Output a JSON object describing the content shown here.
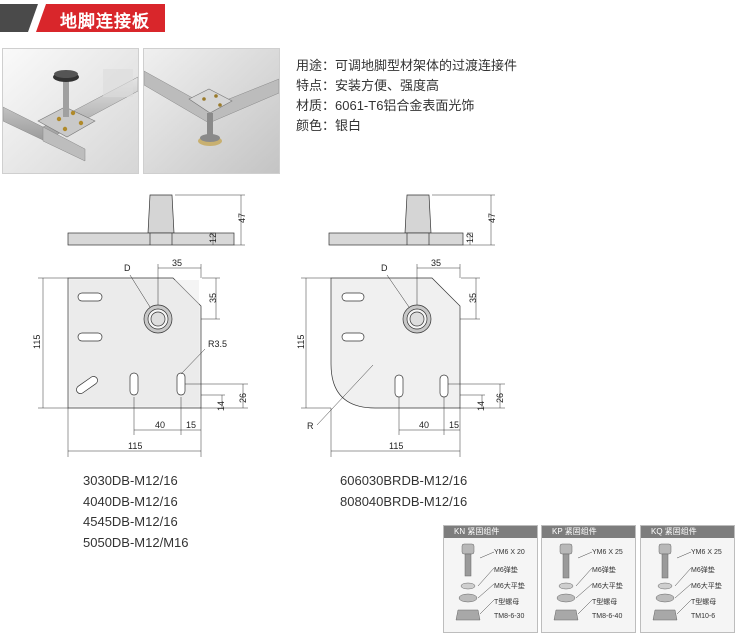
{
  "title": "地脚连接板",
  "desc": [
    "用途：可调地脚型材架体的过渡连接件",
    "特点：安装方便、强度高",
    "材质：6061-T6铝合金表面光饰",
    "颜色：银白"
  ],
  "left_drawing": {
    "height_total": "47",
    "height_base": "12",
    "d_label": "D",
    "dim_top": "35",
    "dim_right": "35",
    "dim_height": "115",
    "r_label": "R3.5",
    "dim_26": "26",
    "dim_14": "14",
    "dim_40": "40",
    "dim_15": "15",
    "dim_width": "115"
  },
  "right_drawing": {
    "height_total": "47",
    "height_base": "12",
    "d_label": "D",
    "dim_top": "35",
    "dim_right": "35",
    "dim_height": "115",
    "r_label": "R",
    "dim_26": "26",
    "dim_14": "14",
    "dim_40": "40",
    "dim_15": "15",
    "dim_width": "115"
  },
  "models_left": [
    "3030DB-M12/16",
    "4040DB-M12/16",
    "4545DB-M12/16",
    "5050DB-M12/M16"
  ],
  "models_right": [
    "606030BRDB-M12/16",
    "808040BRDB-M12/16"
  ],
  "kits": [
    {
      "head": "KN 紧固组件",
      "labels": [
        "YM6 X 20",
        "M6弹垫",
        "M6大平垫",
        "T型螺母",
        "TM8-6-30"
      ]
    },
    {
      "head": "KP 紧固组件",
      "labels": [
        "YM6 X 25",
        "M6弹垫",
        "M6大平垫",
        "T型螺母",
        "TM8-6-40"
      ]
    },
    {
      "head": "KQ 紧固组件",
      "labels": [
        "YM6 X 25",
        "M6弹垫",
        "M6大平垫",
        "T型螺母",
        "TM10-6"
      ]
    }
  ],
  "colors": {
    "accent": "#d9262b",
    "dark": "#4a4a4a"
  }
}
